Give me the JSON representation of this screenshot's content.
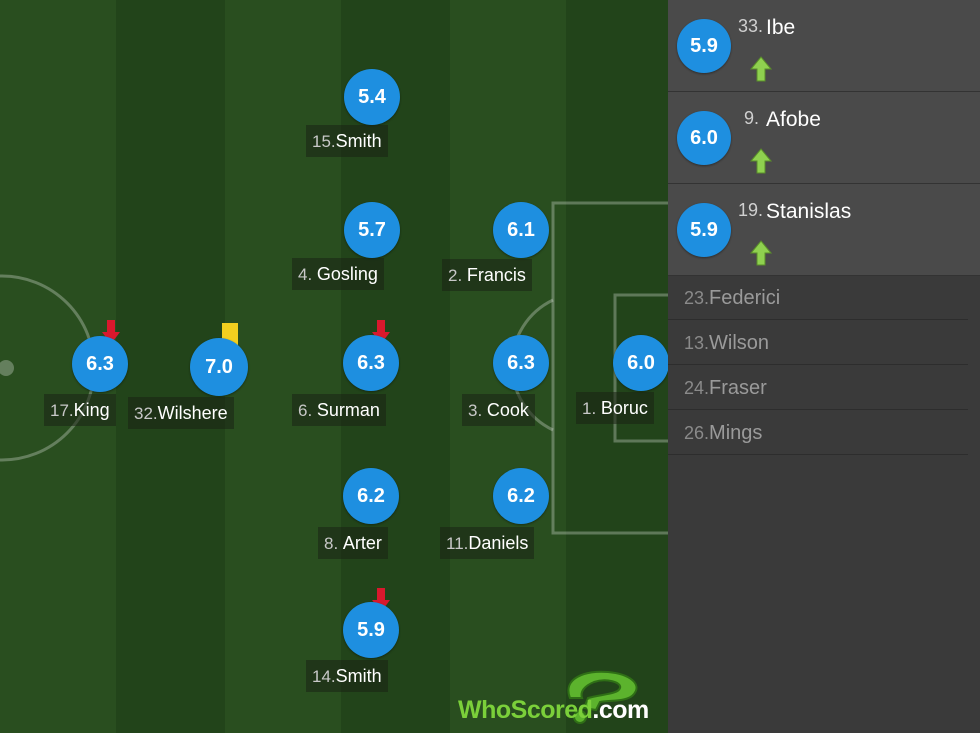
{
  "pitch_players": [
    {
      "id": "king",
      "rating": "6.3",
      "num": "17.",
      "name": "King",
      "subbed_off": true
    },
    {
      "id": "wilshere",
      "rating": "7.0",
      "num": "32.",
      "name": "Wilshere",
      "yellow_card": true
    },
    {
      "id": "smith15",
      "rating": "5.4",
      "num": "15.",
      "name": "Smith"
    },
    {
      "id": "gosling",
      "rating": "5.7",
      "num": "4. ",
      "name": "Gosling"
    },
    {
      "id": "surman",
      "rating": "6.3",
      "num": "6. ",
      "name": "Surman",
      "subbed_off": true
    },
    {
      "id": "arter",
      "rating": "6.2",
      "num": "8. ",
      "name": "Arter"
    },
    {
      "id": "smith14",
      "rating": "5.9",
      "num": "14.",
      "name": "Smith",
      "subbed_off": true
    },
    {
      "id": "francis",
      "rating": "6.1",
      "num": "2. ",
      "name": "Francis"
    },
    {
      "id": "cook",
      "rating": "6.3",
      "num": "3. ",
      "name": "Cook"
    },
    {
      "id": "daniels",
      "rating": "6.2",
      "num": "11.",
      "name": "Daniels"
    },
    {
      "id": "boruc",
      "rating": "6.0",
      "num": "1. ",
      "name": "Boruc"
    }
  ],
  "substitutes_used": [
    {
      "rating": "5.9",
      "num": "33.",
      "name": "Ibe"
    },
    {
      "rating": "6.0",
      "num": "9.",
      "name": "Afobe"
    },
    {
      "rating": "5.9",
      "num": "19.",
      "name": "Stanislas"
    }
  ],
  "substitutes_unused": [
    {
      "num": "23.",
      "name": "Federici"
    },
    {
      "num": "13.",
      "name": "Wilson"
    },
    {
      "num": "24.",
      "name": "Fraser"
    },
    {
      "num": "26.",
      "name": "Mings"
    }
  ],
  "logo": {
    "part1": "WhoScored",
    "part2": ".com"
  },
  "colors": {
    "rating_bubble": "#1e8fe0",
    "sub_on_arrow": "#8fd14f",
    "sub_off_arrow": "#d9182d",
    "yellow_card": "#f2cf1f"
  }
}
